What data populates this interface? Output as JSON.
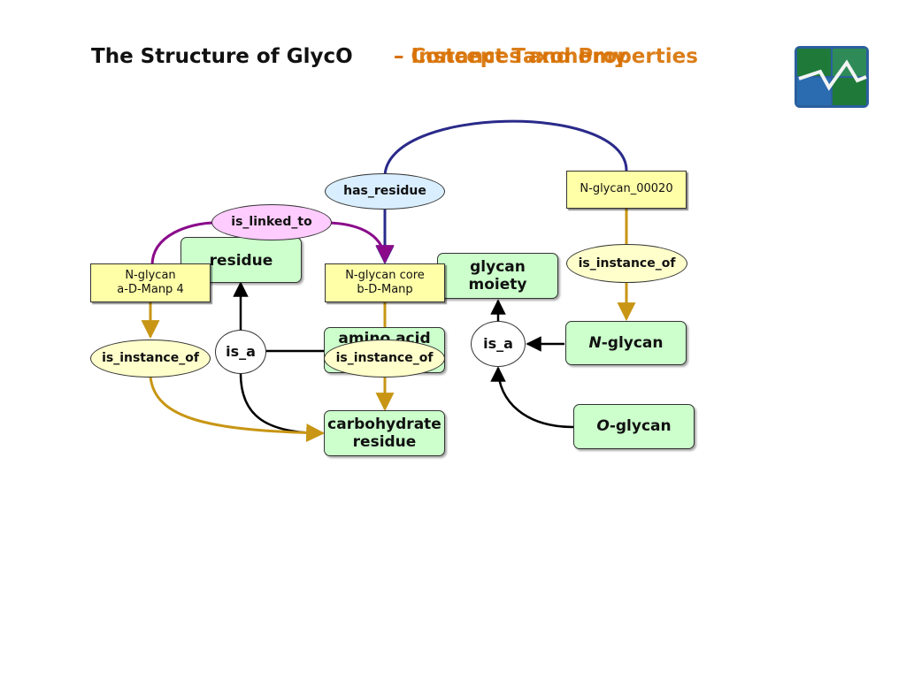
{
  "title": {
    "main": "The Structure of GlycO",
    "overlay_a": "– Concept Taxonomy",
    "overlay_b": "– Instances and Properties"
  },
  "logo": {
    "icon": "glyco-logo-icon"
  },
  "nodes": {
    "residue": "residue",
    "glycan_moiety": "glycan moiety",
    "amino_acid": "amino acid",
    "carbohydrate_residue": "carbohydrate residue",
    "n_glycan_concept_prefix": "N",
    "n_glycan_concept_suffix": "-glycan",
    "o_glycan_prefix": "O",
    "o_glycan_suffix": "-glycan",
    "instance_left_line1": "N-glycan",
    "instance_left_line2": "a-D-Manp 4",
    "instance_center_line1": "N-glycan core",
    "instance_center_line2": "b-D-Manp",
    "instance_right": "N-glycan_00020"
  },
  "relations": {
    "has_residue": "has_residue",
    "is_linked_to": "is_linked_to",
    "is_a_left": "is_a",
    "is_a_right": "is_a",
    "is_instance_of_left": "is_instance_of",
    "is_instance_of_center": "is_instance_of",
    "is_instance_of_right": "is_instance_of"
  },
  "colors": {
    "concept_fill": "#ccffcc",
    "instance_fill": "#ffffa8",
    "instance_of_arrow": "#c89614",
    "is_a_arrow": "#000000",
    "has_residue_arrow": "#2a2a8a",
    "is_linked_to_arrow": "#8a0a8a",
    "title_accent": "#d87000"
  }
}
